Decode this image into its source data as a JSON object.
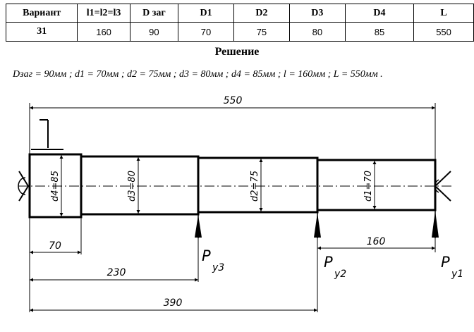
{
  "table": {
    "headers": [
      "Вариант",
      "l1=l2=l3",
      "D заг",
      "D1",
      "D2",
      "D3",
      "D4",
      "L"
    ],
    "values": [
      "31",
      "160",
      "90",
      "70",
      "75",
      "80",
      "85",
      "550"
    ]
  },
  "section_title": "Решение",
  "formula": "Dзаг = 90мм ;  d1 = 70мм ;  d2 = 75мм ;  d3 = 80мм ;  d4 = 85мм ;  l = 160мм ;  L = 550мм .",
  "drawing": {
    "diameters": {
      "d4": "d4=85",
      "d3": "d3=80",
      "d2": "d2=75",
      "d1": "d1=70"
    },
    "dimensions": {
      "overall": "550",
      "len_70": "70",
      "len_230": "230",
      "len_390": "390",
      "len_160": "160"
    },
    "loads": {
      "py3": {
        "main": "P",
        "sub": "y3"
      },
      "py2": {
        "main": "P",
        "sub": "y2"
      },
      "py1": {
        "main": "P",
        "sub": "y1"
      }
    }
  }
}
